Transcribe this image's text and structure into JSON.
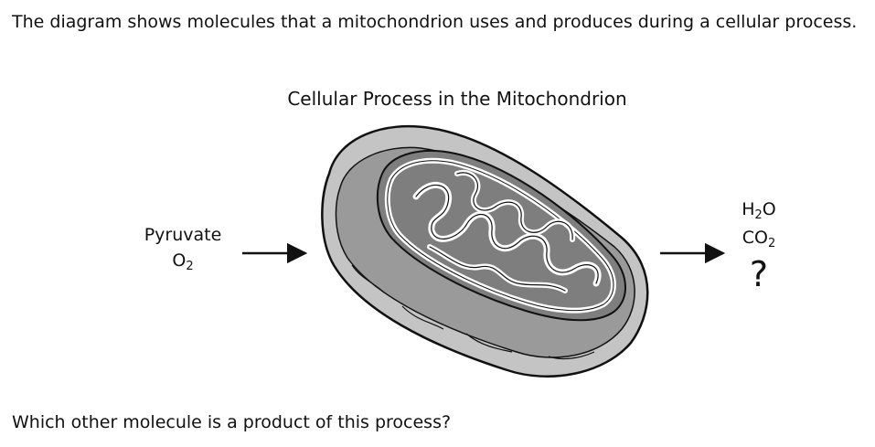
{
  "intro_text": "The diagram shows molecules that a mitochondrion uses and produces during a cellular process.",
  "diagram": {
    "title": "Cellular Process in the Mitochondrion",
    "inputs": [
      {
        "label": "Pyruvate"
      },
      {
        "base": "O",
        "sub": "2"
      }
    ],
    "outputs": [
      {
        "base": "H",
        "sub": "2",
        "tail": "O"
      },
      {
        "base": "CO",
        "sub": "2",
        "tail": ""
      }
    ],
    "unknown_product": "?"
  },
  "question_text": "Which other molecule is a product of this process?"
}
